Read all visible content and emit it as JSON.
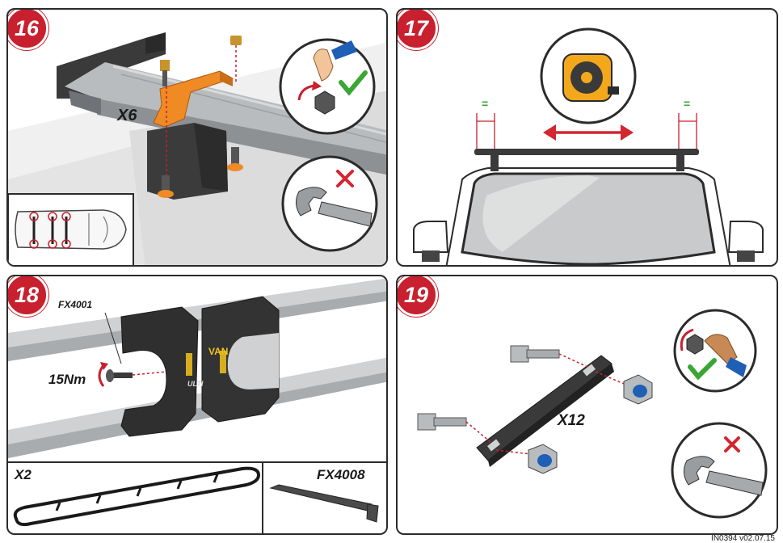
{
  "steps": {
    "s16": {
      "number": "16",
      "quantity": "X6"
    },
    "s17": {
      "number": "17",
      "equal_left": "=",
      "equal_right": "="
    },
    "s18": {
      "number": "18",
      "part_code": "FX4001",
      "torque": "15Nm",
      "brand_text": "VAN",
      "sub_text": "ULTI"
    },
    "s19": {
      "number": "19",
      "quantity": "X12"
    }
  },
  "parts_box": {
    "left_quantity": "X2",
    "right_part_code": "FX4008"
  },
  "colors": {
    "badge": "#c8202e",
    "bracket": "#f08a24",
    "check": "#3aa635",
    "cross": "#d22630",
    "tape": "#f3a81c",
    "nut_blue": "#1f5fb5"
  },
  "icons": [
    "hand-turn-icon",
    "check-icon",
    "wrench-icon",
    "cross-icon",
    "tape-measure-icon",
    "van-topview-icon",
    "hex-key-icon"
  ],
  "footer": {
    "code": "IN0394  v02.07.15"
  }
}
